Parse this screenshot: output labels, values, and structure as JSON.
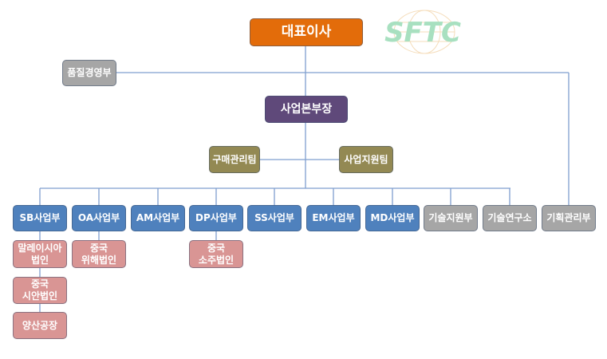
{
  "logo_text": "SFTC",
  "ceo": "대표이사",
  "quality": "품질경영부",
  "business_head": "사업본부장",
  "purchasing": "구매관리팀",
  "business_support": "사업지원팀",
  "divisions": [
    "SB사업부",
    "OA사업부",
    "AM사업부",
    "DP사업부",
    "SS사업부",
    "EM사업부",
    "MD사업부",
    "기술지원부",
    "기술연구소",
    "기획관리부"
  ],
  "subsidiaries": {
    "malaysia": "말레이시아\n법인",
    "weihai": "중국\n위해법인",
    "suzhou": "중국\n소주법인",
    "xian": "중국\n시안법인",
    "factory": "양산공장"
  },
  "colors": {
    "ceo": "#E36C0A",
    "staff": "#A6A6A6",
    "head": "#5F497A",
    "team": "#938953",
    "division": "#4F81BD",
    "subsidiary": "#D99594",
    "line": "#4F81BD"
  }
}
